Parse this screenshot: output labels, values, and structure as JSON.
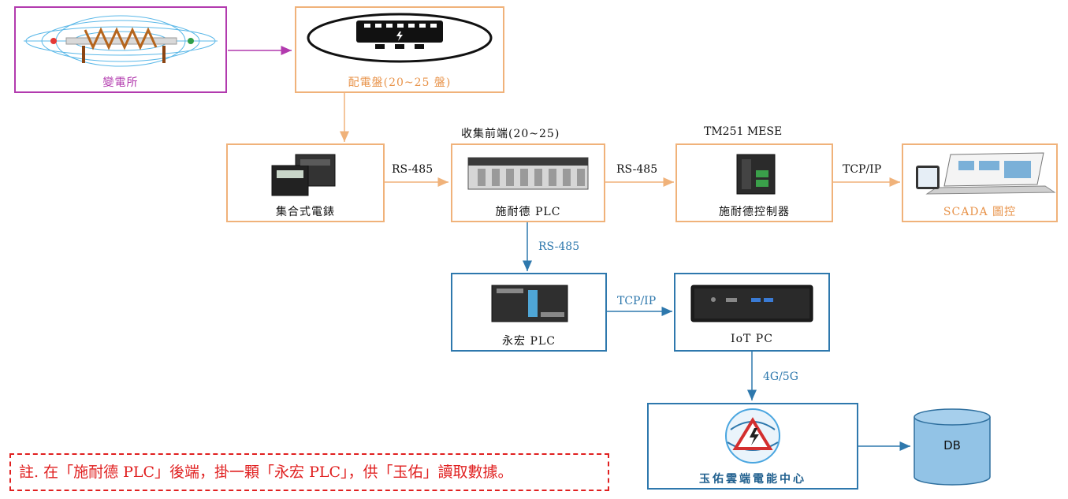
{
  "nodes": {
    "substation": "變電所",
    "switchboard": "配電盤(20~25 盤)",
    "meter": "集合式電錶",
    "plc_schneider": "施耐德 PLC",
    "plc_schneider_title": "收集前端(20~25)",
    "controller": "施耐德控制器",
    "controller_title": "TM251 MESE",
    "scada": "SCADA 圖控",
    "plc_yonghong": "永宏 PLC",
    "iot_pc": "IoT PC",
    "cloud": "玉佑雲端電能中心",
    "db": "DB"
  },
  "edges": {
    "meter_to_plc": "RS-485",
    "plc_to_controller": "RS-485",
    "controller_to_scada": "TCP/IP",
    "plc_to_yonghong": "RS-485",
    "yonghong_to_iot": "TCP/IP",
    "iot_to_cloud": "4G/5G"
  },
  "note": "註. 在「施耐德 PLC」後端，掛一顆「永宏 PLC」，供「玉佑」讀取數據。",
  "colors": {
    "orange": "#f0b27a",
    "blue": "#2e78ad",
    "purple": "#b23aae",
    "note_red": "#e02020"
  }
}
